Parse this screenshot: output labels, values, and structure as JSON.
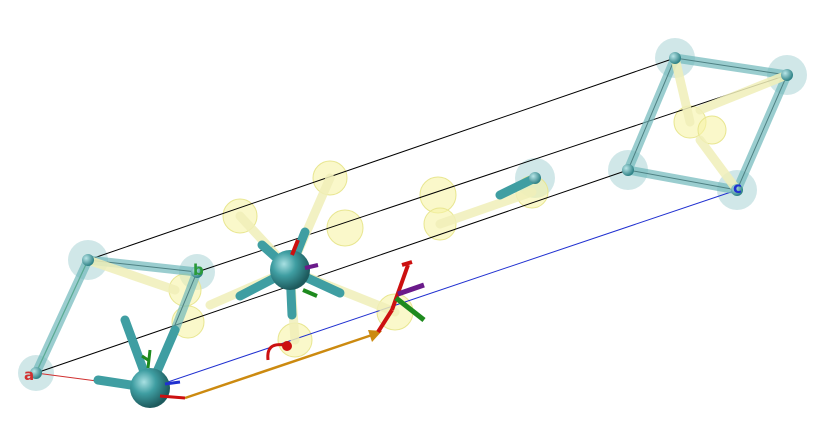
{
  "axes": {
    "a_label": "a",
    "b_label": "b",
    "c_label": "c",
    "a_color": "#d03030",
    "b_color": "#2a9a3a",
    "c_color": "#2030d0"
  },
  "colors": {
    "cell_edge": "#000000",
    "metal_atom": "#3f9ea2",
    "metal_halo": "#a9d4d6",
    "ligand_atom": "#f2f0a0",
    "bond_teal": "#6fb8bb",
    "bond_yellow": "#f0efb8",
    "vector_orange": "#cc8a10",
    "gizmo_red": "#cc1010",
    "gizmo_green": "#1e8a1e",
    "gizmo_purple": "#6a1a8a"
  },
  "icons": [
    "rotate-arrow-icon",
    "translate-arrow-icon",
    "axis-gizmo-icon"
  ]
}
